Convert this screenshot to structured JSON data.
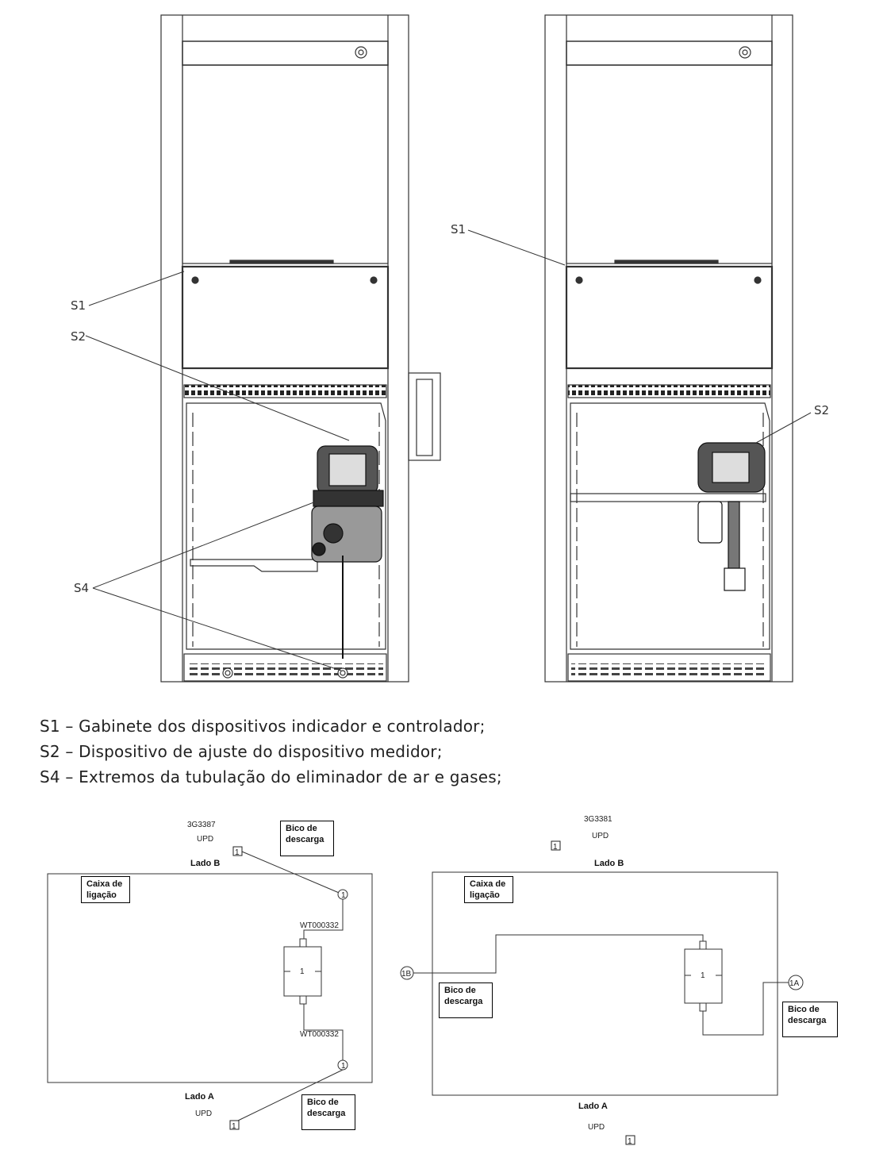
{
  "callouts": {
    "left": {
      "s1": "S1",
      "s2": "S2",
      "s4": "S4"
    },
    "right": {
      "s1": "S1",
      "s2": "S2"
    }
  },
  "legend": [
    "S1 – Gabinete dos dispositivos indicador e controlador;",
    "S2 – Dispositivo de ajuste do dispositivo medidor;",
    "S4 – Extremos da tubulação do eliminador de ar e gases;"
  ],
  "wiring_left": {
    "code": "3G3387",
    "top_upd": "UPD",
    "side_b": "Lado B",
    "side_a": "Lado A",
    "bottom_upd": "UPD",
    "junction_box": "Caixa de ligação",
    "nozzle_top": "Bico de descarga",
    "nozzle_bottom": "Bico de descarga",
    "cable_top": "WT000332",
    "cable_bottom": "WT000332",
    "terminal_num": "1",
    "module_num": "1"
  },
  "wiring_right": {
    "code": "3G3381",
    "top_upd": "UPD",
    "side_b": "Lado B",
    "side_a": "Lado A",
    "bottom_upd": "UPD",
    "junction_box": "Caixa de ligação",
    "nozzle_left": "Bico de descarga",
    "nozzle_right": "Bico de descarga",
    "port_b": "1B",
    "port_a": "1A",
    "terminal_num": "1",
    "module_num": "1"
  }
}
